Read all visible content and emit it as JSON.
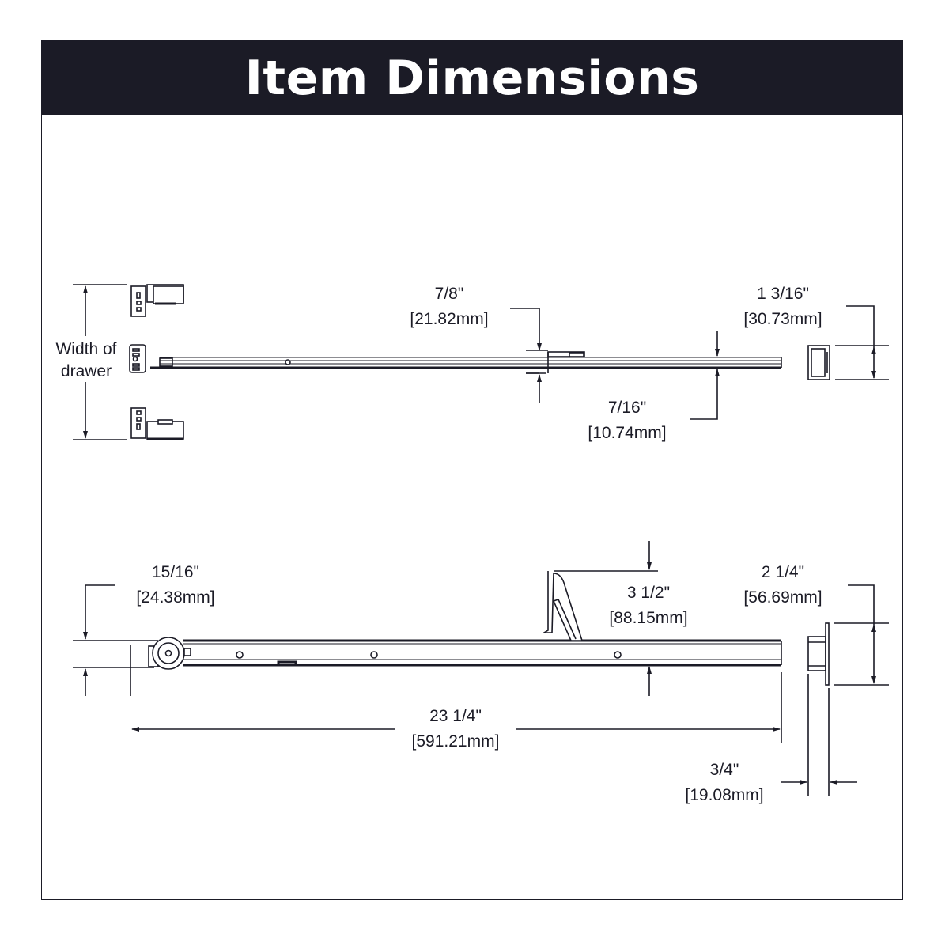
{
  "header": {
    "title": "Item Dimensions",
    "background_color": "#1b1b26",
    "text_color": "#ffffff"
  },
  "top_view": {
    "width_label_line1": "Width of",
    "width_label_line2": "drawer",
    "dim_rail_clip_height": {
      "imperial": "7/8\"",
      "metric": "[21.82mm]"
    },
    "dim_rail_height": {
      "imperial": "7/16\"",
      "metric": "[10.74mm]"
    },
    "dim_end_cap_height": {
      "imperial": "1 3/16\"",
      "metric": "[30.73mm]"
    }
  },
  "side_view": {
    "dim_wheel_height": {
      "imperial": "15/16\"",
      "metric": "[24.38mm]"
    },
    "dim_stop_height": {
      "imperial": "3 1/2\"",
      "metric": "[88.15mm]"
    },
    "dim_bracket_height": {
      "imperial": "2 1/4\"",
      "metric": "[56.69mm]"
    },
    "dim_overall_length": {
      "imperial": "23 1/4\"",
      "metric": "[591.21mm]"
    },
    "dim_bracket_depth": {
      "imperial": "3/4\"",
      "metric": "[19.08mm]"
    }
  },
  "colors": {
    "line": "#1b1b26",
    "background": "#ffffff"
  }
}
